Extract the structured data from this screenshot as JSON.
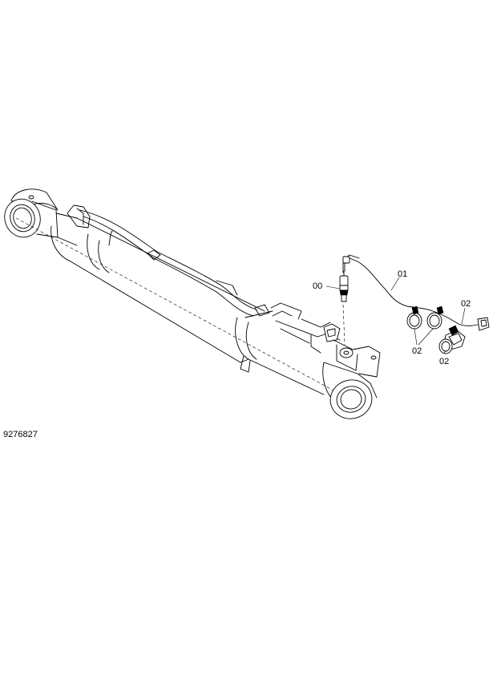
{
  "drawing_number": "9276827",
  "callouts": {
    "pressure_sensor": "00",
    "wire_harness": "01",
    "clamp_a": "02",
    "clamp_b": "02",
    "clamp_c": "02"
  }
}
